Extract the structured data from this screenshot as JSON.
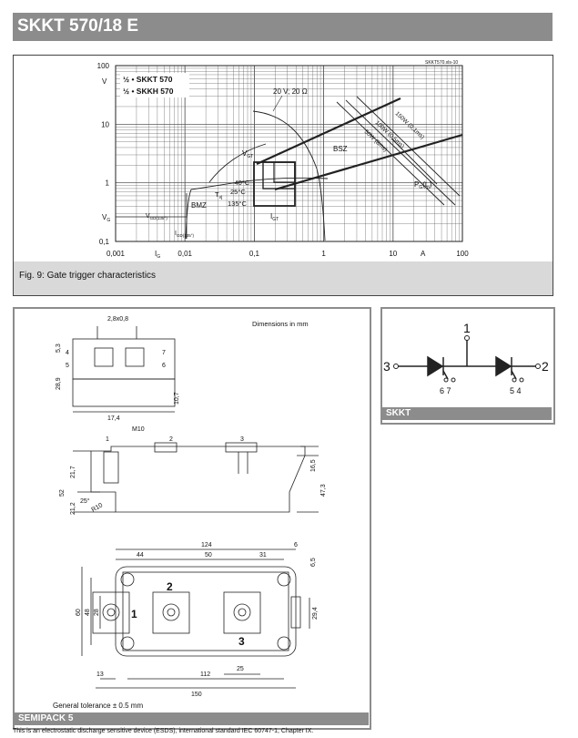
{
  "title": "SKKT 570/18 E",
  "fig9": {
    "ref": "SKKT570.xls-10",
    "caption": "Fig. 9: Gate trigger characteristics",
    "ylabel": "V",
    "xlabel_left": "I",
    "xlabel_left_sub": "G",
    "xlabel_right": "A",
    "yticks": [
      "100",
      "10",
      "1",
      "0,1"
    ],
    "xticks": [
      "0,001",
      "0,01",
      "0,1",
      "1",
      "10",
      "100"
    ],
    "legend": [
      "½ • SKKT 570",
      "½ • SKKH 570"
    ],
    "labels": {
      "source": "20 V; 20 Ω",
      "bsz": "BSZ",
      "bmz": "BMZ",
      "vgt": "V",
      "vgt_sub": "GT",
      "igt": "I",
      "igt_sub": "GT",
      "vg": "V",
      "vg_sub": "G",
      "vgd": "V",
      "vgd_sub": "GD(135°)",
      "igd": "I",
      "igd_sub": "GD(135°)",
      "t1": "-40°C",
      "t2": "25°C",
      "t3": "135°C",
      "tvj": "T",
      "tvj_sub": "vj",
      "p150": "150W (0,1ms)",
      "p100": "100W (0,5ms)",
      "p50": "50W (8ms)",
      "pg": "P",
      "pg_sub": "G",
      "pg_arg": "(t",
      "pg_arg_sub": "p",
      "pg_close": ")"
    }
  },
  "drawing": {
    "dims_note": "Dimensions in mm",
    "label": "SEMIPACK 5",
    "tolerance": "General tolerance ± 0.5 mm",
    "d_28x08": "2,8x0,8",
    "d_53": "5,3",
    "d_289": "28,9",
    "d_107": "10,7",
    "d_174": "17,4",
    "m10": "M10",
    "d_217": "21,7",
    "d_52": "52",
    "d_212": "21,2",
    "d_25deg": "25°",
    "d_r10": "R10",
    "d_165": "16,5",
    "d_473": "47,3",
    "d_124": "124",
    "d_6": "6",
    "d_44": "44",
    "d_50": "50",
    "d_31": "31",
    "d_65": "6,5",
    "d_60": "60",
    "d_48": "48",
    "d_28": "28",
    "d_294": "29,4",
    "d_25": "25",
    "d_13": "13",
    "d_112": "112",
    "d_150": "150",
    "pins": [
      "1",
      "2",
      "3",
      "4",
      "5",
      "6",
      "7"
    ]
  },
  "schematic": {
    "label": "SKKT",
    "t1": "1",
    "t2": "2",
    "t3": "3",
    "g_left": "6 7",
    "g_right": "5 4"
  },
  "footer": "This is an electrostatic discharge sensitive device (ESDS), international standard IEC 60747-1, Chapter IX."
}
